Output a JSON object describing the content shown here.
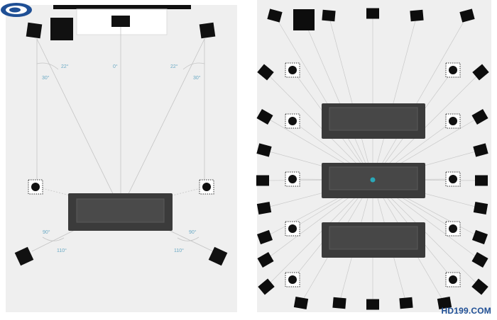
{
  "left_diagram": {
    "angles": {
      "front_left": "22°",
      "front_left_outer": "30°",
      "center": "0°",
      "front_right": "22°",
      "front_right_outer": "30°",
      "surround_left": "90°",
      "surround_left_back": "110°",
      "surround_right": "90°",
      "surround_right_back": "110°"
    }
  },
  "right_diagram": {
    "rows": 3
  },
  "watermark": {
    "text": "HD199.COM"
  },
  "colors": {
    "speaker": "#0d0d0d",
    "sofa": "#3b3b3b",
    "line": "#bdbdbd",
    "accent": "#2aa8b8"
  }
}
